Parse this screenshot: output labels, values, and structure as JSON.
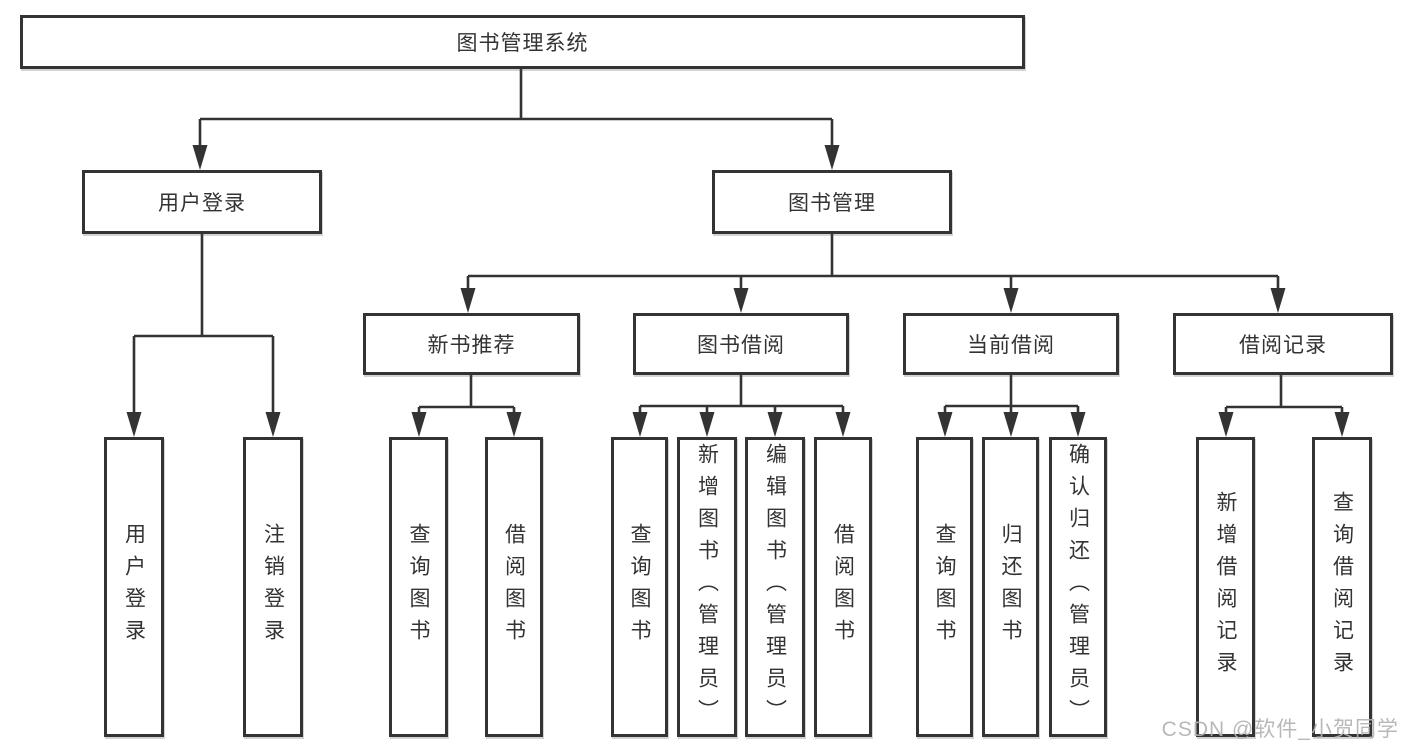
{
  "diagram": {
    "title": "图书管理系统",
    "watermark": "CSDN @软件_小贺同学",
    "colors": {
      "line": "#333333",
      "box_border": "#333333",
      "box_background": "#ffffff",
      "text": "#333333",
      "watermark": "#b2b2b2"
    },
    "tree": {
      "label": "图书管理系统",
      "children": [
        {
          "label": "用户登录",
          "children": [
            {
              "label": "用户登录"
            },
            {
              "label": "注销登录"
            }
          ]
        },
        {
          "label": "图书管理",
          "children": [
            {
              "label": "新书推荐",
              "children": [
                {
                  "label": "查询图书"
                },
                {
                  "label": "借阅图书"
                }
              ]
            },
            {
              "label": "图书借阅",
              "children": [
                {
                  "label": "查询图书"
                },
                {
                  "label": "新增图书（管理员）"
                },
                {
                  "label": "编辑图书（管理员）"
                },
                {
                  "label": "借阅图书"
                }
              ]
            },
            {
              "label": "当前借阅",
              "children": [
                {
                  "label": "查询图书"
                },
                {
                  "label": "归还图书"
                },
                {
                  "label": "确认归还（管理员）"
                }
              ]
            },
            {
              "label": "借阅记录",
              "children": [
                {
                  "label": "新增借阅记录"
                },
                {
                  "label": "查询借阅记录"
                }
              ]
            }
          ]
        }
      ]
    }
  }
}
